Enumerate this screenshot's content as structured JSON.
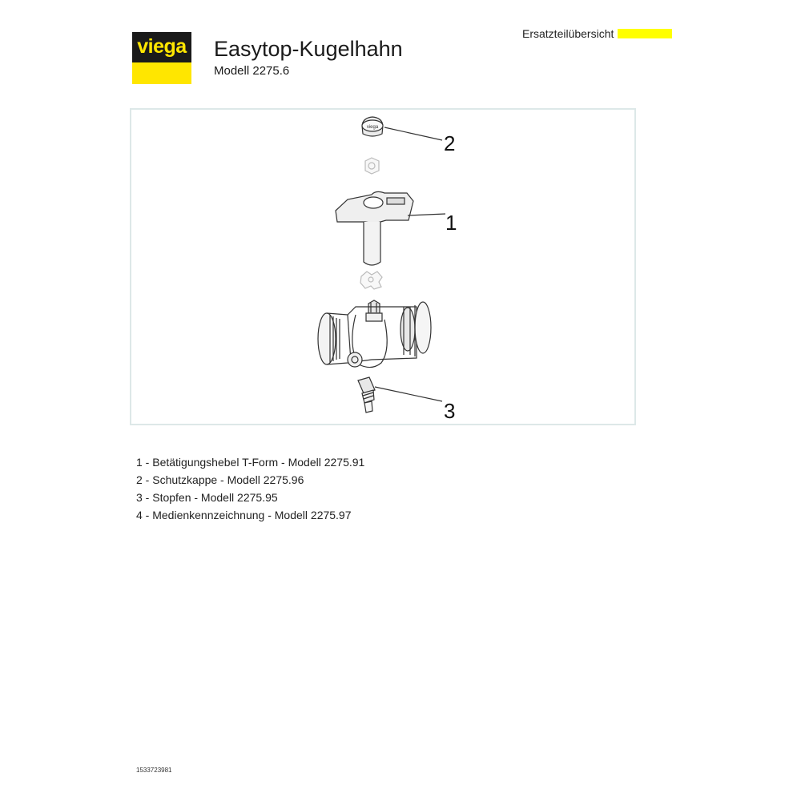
{
  "header": {
    "logo_text": "viega",
    "title": "Easytop-Kugelhahn",
    "subtitle": "Modell 2275.6",
    "doc_type": "Ersatzteilübersicht",
    "accent_color": "#ffe600"
  },
  "drawing": {
    "callouts": {
      "c1": "1",
      "c2": "2",
      "c3": "3"
    },
    "cap_text": "viega"
  },
  "parts": [
    "1 - Betätigungshebel T-Form - Modell 2275.91",
    "2 - Schutzkappe - Modell 2275.96",
    "3 - Stopfen - Modell 2275.95",
    "4 - Medienkennzeichnung - Modell 2275.97"
  ],
  "footer": {
    "doc_id": "1533723981"
  }
}
